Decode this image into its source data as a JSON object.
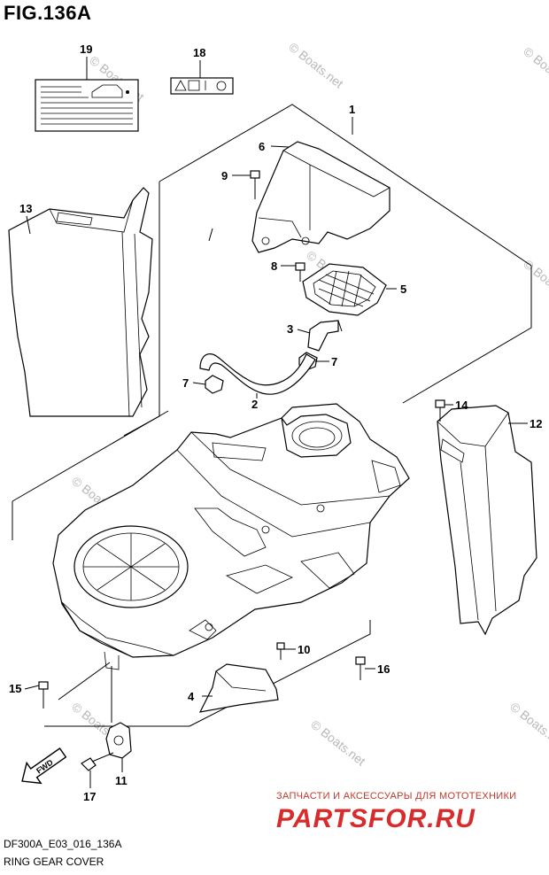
{
  "figure": {
    "title": "FIG.136A",
    "diagram_code": "DF300A_E03_016_136A",
    "diagram_name": "RING GEAR COVER"
  },
  "callouts": [
    {
      "id": "1",
      "label": "1"
    },
    {
      "id": "2",
      "label": "2"
    },
    {
      "id": "3",
      "label": "3"
    },
    {
      "id": "4",
      "label": "4"
    },
    {
      "id": "5",
      "label": "5"
    },
    {
      "id": "6",
      "label": "6"
    },
    {
      "id": "7a",
      "label": "7"
    },
    {
      "id": "7b",
      "label": "7"
    },
    {
      "id": "8",
      "label": "8"
    },
    {
      "id": "9",
      "label": "9"
    },
    {
      "id": "10",
      "label": "10"
    },
    {
      "id": "11",
      "label": "11"
    },
    {
      "id": "12",
      "label": "12"
    },
    {
      "id": "13",
      "label": "13"
    },
    {
      "id": "14",
      "label": "14"
    },
    {
      "id": "15",
      "label": "15"
    },
    {
      "id": "16",
      "label": "16"
    },
    {
      "id": "17",
      "label": "17"
    },
    {
      "id": "18",
      "label": "18"
    },
    {
      "id": "19",
      "label": "19"
    }
  ],
  "fwd_label": "FWD",
  "watermarks": {
    "boats": "© Boats.net",
    "shop_text": "ЗАПЧАСТИ И АКСЕССУАРЫ ДЛЯ МОТОТЕХНИКИ",
    "shop_logo": "PARTSFOR.RU"
  },
  "colors": {
    "line": "#000000",
    "watermark_gray": "#b8b8b8",
    "brand_red": "#d92b2b"
  }
}
